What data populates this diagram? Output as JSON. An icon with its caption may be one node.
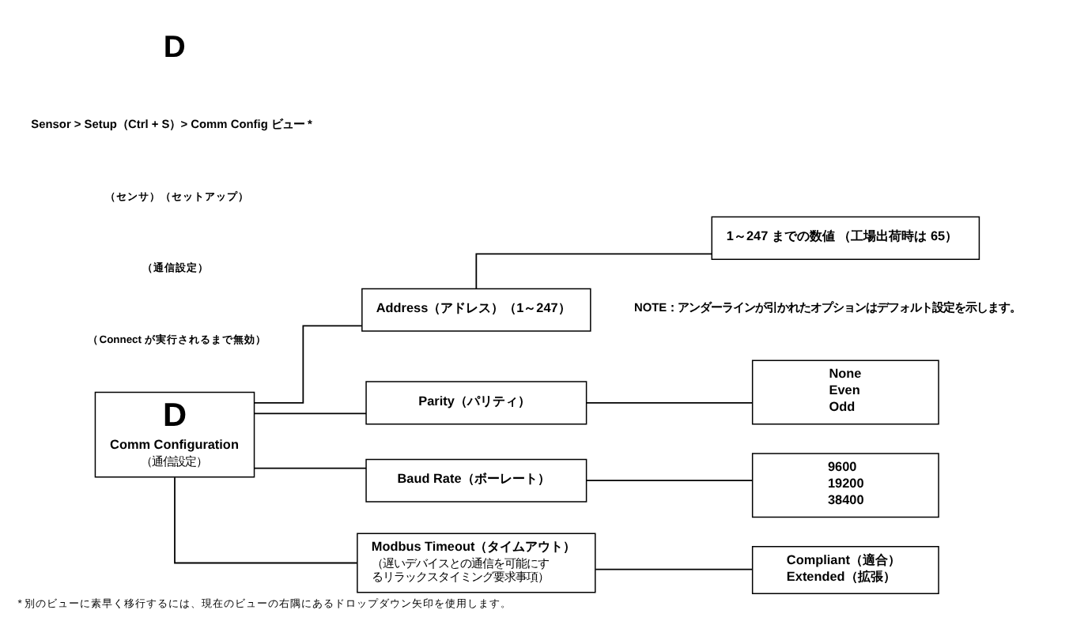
{
  "diagram": {
    "caption": "* 別のビューに素早く移行するには、現在のビューの右隅にあるドロップダウン矢印を使用します。",
    "nodes": [
      {
        "text": [
          "D",
          "Comm Configuration",
          "（通信設定）"
        ]
      },
      {
        "text": [
          "Address（アドレス）（1～247）"
        ]
      },
      {
        "text": [
          "Parity（パリティ）"
        ]
      },
      {
        "text": [
          "Baud Rate（ボーレート）"
        ]
      },
      {
        "text": [
          "Modbus Timeout（タイムアウト）",
          "（遅いデバイスとの通信を可能にするリラックスタイミング要求事項）"
        ]
      },
      {
        "text": [
          "1～247 までの数値 （工場出荷時は 65）"
        ]
      },
      {
        "text": [
          "None",
          "Even",
          "Odd"
        ]
      },
      {
        "text": [
          "9600",
          "19200",
          "38400"
        ]
      },
      {
        "text": [
          "Compliant（適合）",
          "Extended（拡張）"
        ]
      }
    ],
    "edges": [
      {
        "from": 0,
        "to": 1,
        "arrow": "none"
      },
      {
        "from": 0,
        "to": 2,
        "arrow": "none"
      },
      {
        "from": 0,
        "to": 3,
        "arrow": "none"
      },
      {
        "from": 0,
        "to": 4,
        "arrow": "none"
      },
      {
        "from": 1,
        "to": 5,
        "arrow": "none"
      },
      {
        "from": 2,
        "to": 6,
        "arrow": "none"
      },
      {
        "from": 3,
        "to": 7,
        "arrow": "none"
      },
      {
        "from": 4,
        "to": 8,
        "arrow": "none"
      }
    ],
    "labels": [
      "D",
      "Sensor > Setup（Ctrl + S）> Comm Config ビュー *",
      "（センサ）（セットアップ）",
      "（通信設定）",
      "（Connect が実行されるまで無効）",
      "NOTE：アンダーラインが引かれたオプションはデフォルト設定を示します。"
    ]
  }
}
